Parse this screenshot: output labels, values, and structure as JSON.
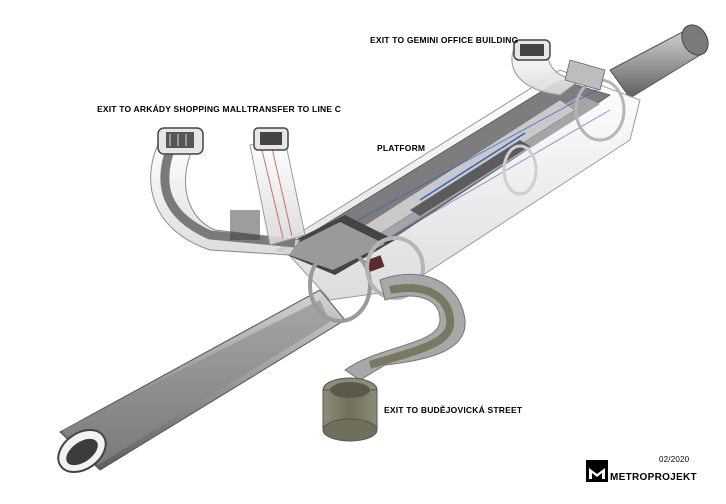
{
  "labels": {
    "exit_gemini": "EXIT TO GEMINI OFFICE BUILDING",
    "exit_arkady": "EXIT TO ARKÁDY SHOPPING MALL",
    "transfer": "TRANSFER TO LINE C",
    "platform": "PLATFORM",
    "exit_budejovicka": "EXIT TO BUDĚJOVICKÁ STREET"
  },
  "footer": {
    "date": "02/2020",
    "brand": "METROPROJEKT"
  },
  "colors": {
    "tunnel_shell": "#b8b8b8",
    "tunnel_dark": "#6e6e6e",
    "floor": "#8a8a8a",
    "accent_blue": "#2f63c9",
    "shaft": "#7b7b66",
    "brand": "#000000"
  }
}
